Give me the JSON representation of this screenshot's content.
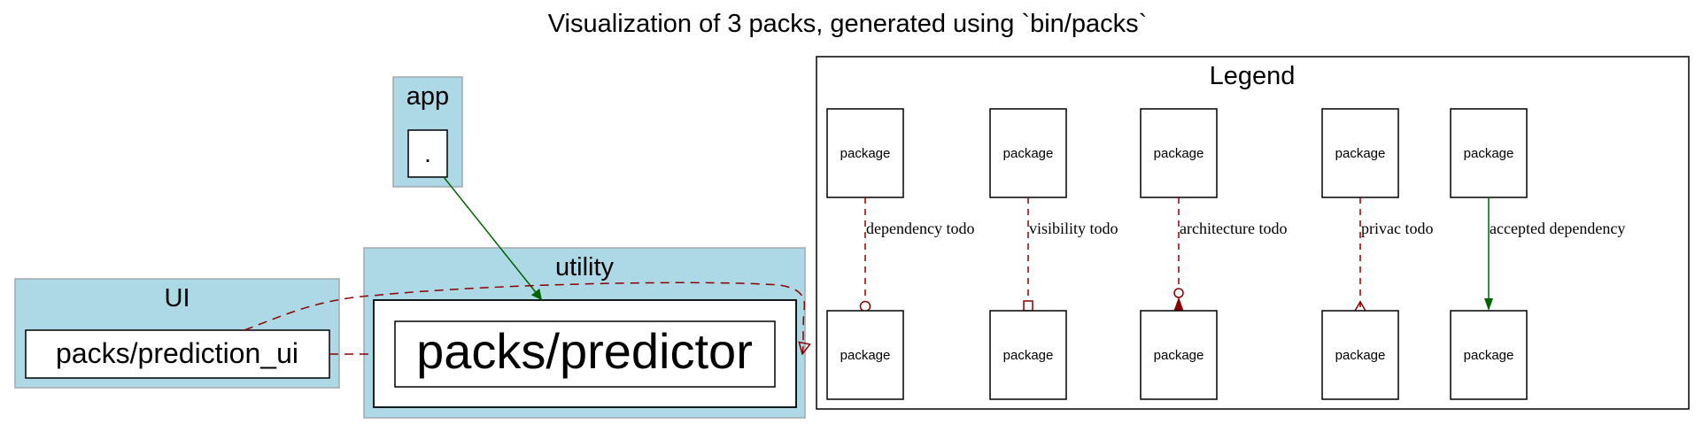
{
  "title": "Visualization of 3 packs, generated using `bin/packs`",
  "clusters": {
    "app": {
      "label": "app",
      "node": "."
    },
    "ui": {
      "label": "UI",
      "node": "packs/prediction_ui"
    },
    "utility": {
      "label": "utility",
      "node": "packs/predictor"
    }
  },
  "legend": {
    "title": "Legend",
    "package_label": "package",
    "edges": [
      {
        "label": "dependency todo",
        "style": "dashed",
        "arrowhead": "odot"
      },
      {
        "label": "visibility todo",
        "style": "dashed",
        "arrowhead": "obox"
      },
      {
        "label": "architecture todo",
        "style": "dashed",
        "arrowhead": "invodot"
      },
      {
        "label": "privac todo",
        "style": "dashed",
        "arrowhead": "crow"
      },
      {
        "label": "accepted dependency",
        "style": "solid",
        "arrowhead": "normal"
      }
    ]
  },
  "colors": {
    "cluster_fill": "#add8e6",
    "cluster_border": "#a0a8ad",
    "todo_edge": "#8b0000",
    "accepted_edge": "#006400"
  }
}
